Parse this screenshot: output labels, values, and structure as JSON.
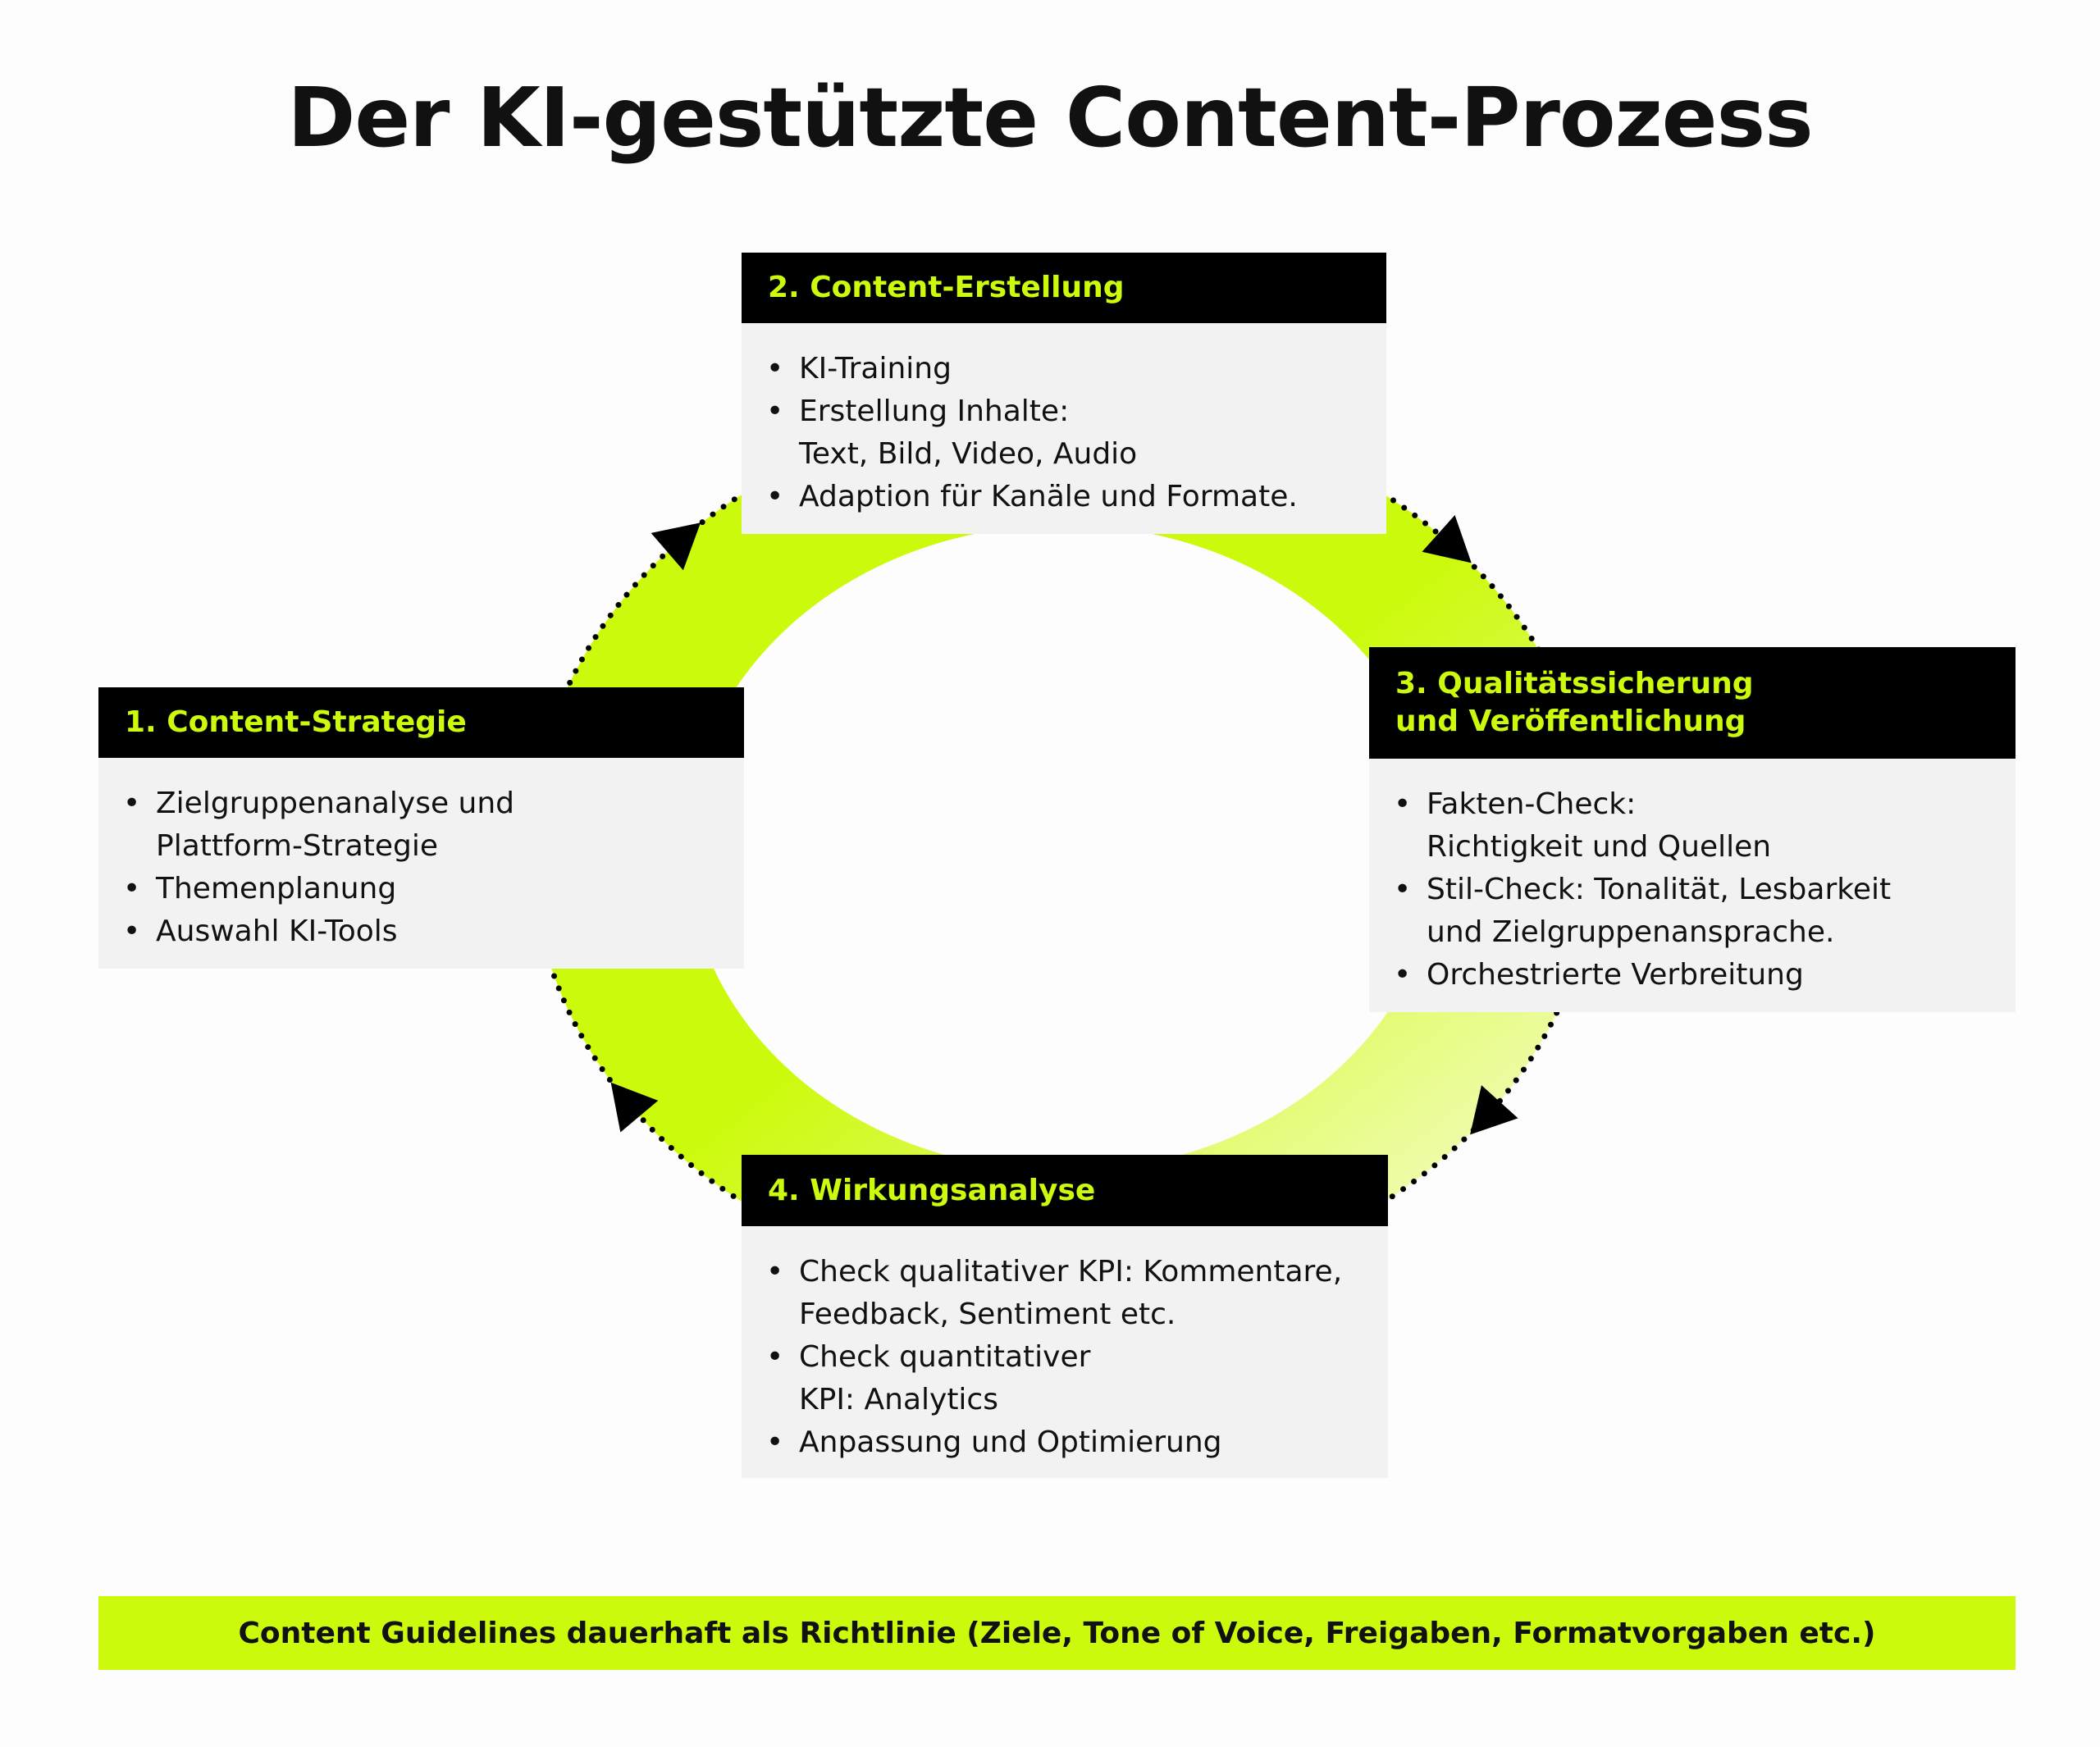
{
  "title": "Der KI-gestützte Content-Prozess",
  "colors": {
    "accent": "#ccfa0c",
    "accent_light": "#eefc9f",
    "header_bg": "#000000",
    "box_bg": "#f2f2f2"
  },
  "steps": [
    {
      "title": "1. Content-Strategie",
      "items": [
        "Zielgruppenanalyse und\nPlattform-Strategie",
        "Themenplanung",
        "Auswahl KI-Tools"
      ]
    },
    {
      "title": "2. Content-Erstellung",
      "items": [
        "KI-Training",
        "Erstellung Inhalte:\nText, Bild, Video, Audio",
        "Adaption für Kanäle und Formate."
      ]
    },
    {
      "title": "3. Qualitätssicherung\nund Veröffentlichung",
      "items": [
        "Fakten-Check:\nRichtigkeit und Quellen",
        "Stil-Check: Tonalität, Lesbarkeit\nund Zielgruppenansprache.",
        "Orchestrierte Verbreitung"
      ]
    },
    {
      "title": "4. Wirkungsanalyse",
      "items": [
        "Check qualitativer KPI: Kommentare,\nFeedback, Sentiment etc.",
        "Check quantitativer\nKPI: Analytics",
        "Anpassung und Optimierung"
      ]
    }
  ],
  "footer": "Content Guidelines dauerhaft als Richtlinie (Ziele, Tone of Voice, Freigaben, Formatvorgaben etc.)"
}
